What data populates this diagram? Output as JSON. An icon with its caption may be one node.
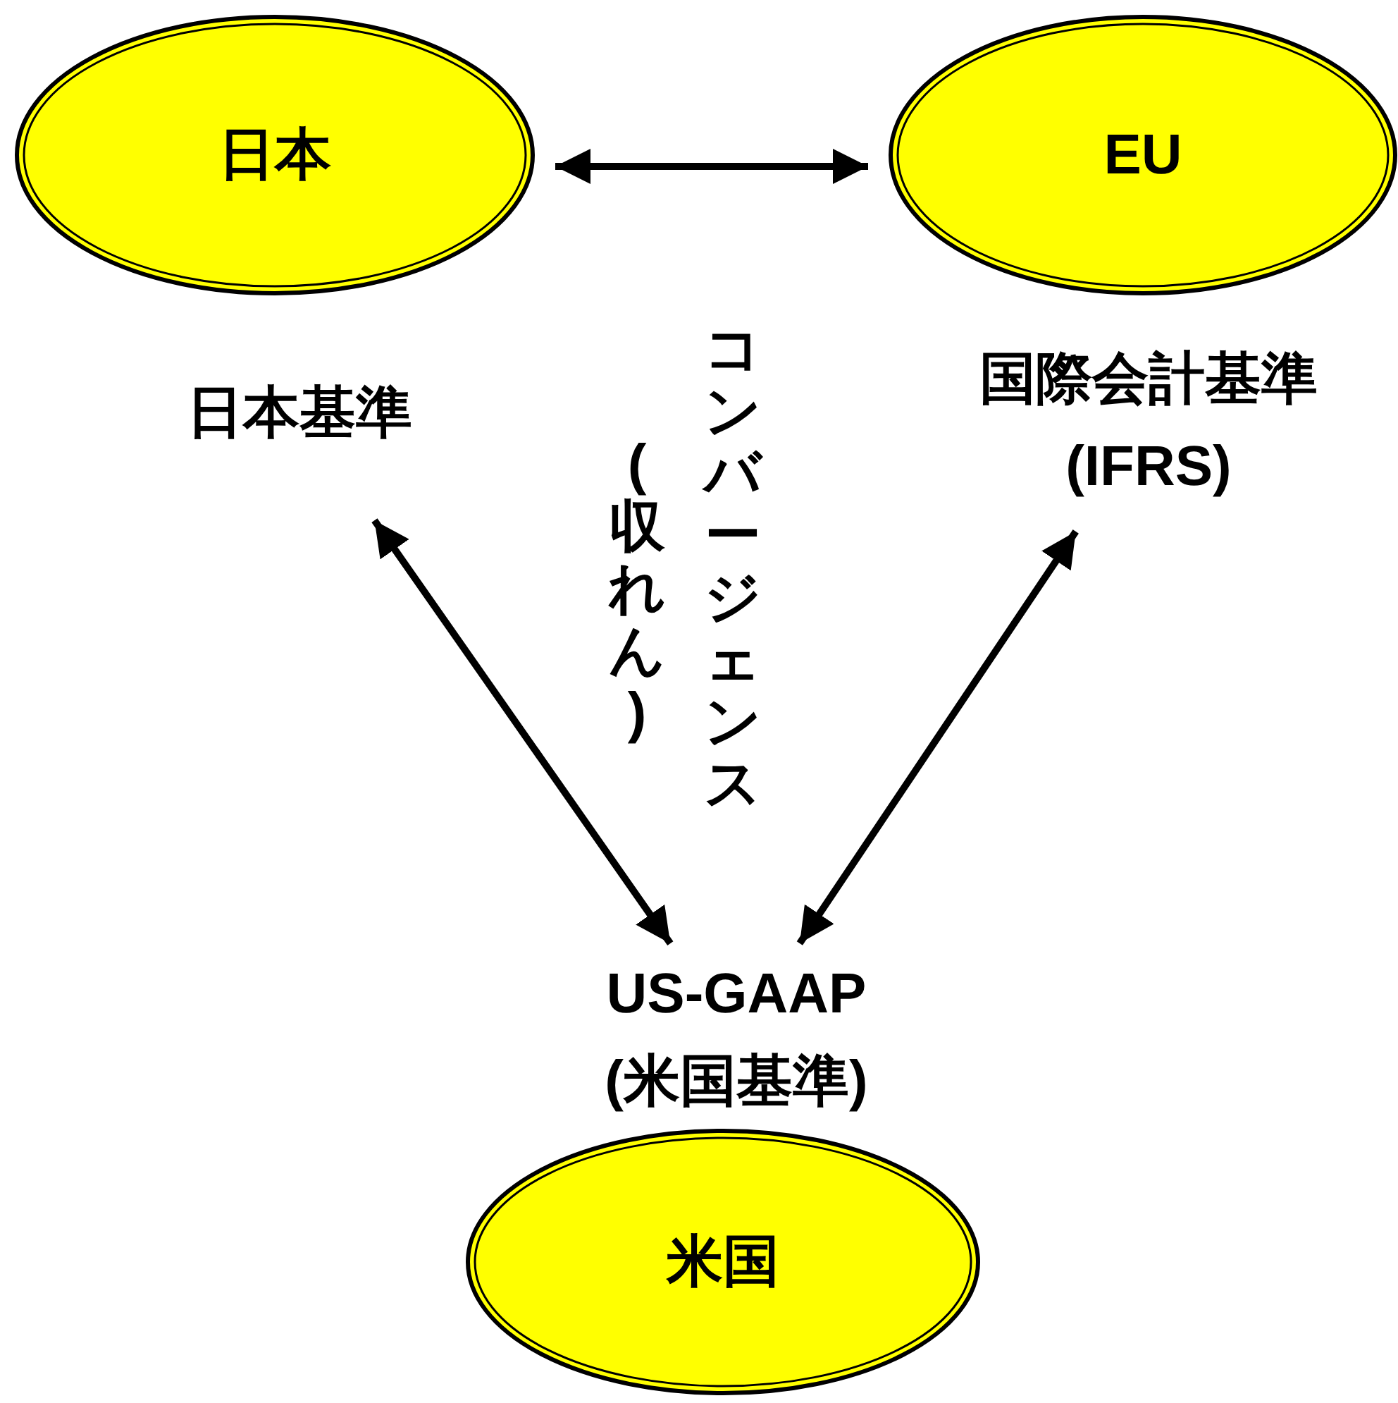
{
  "diagram": {
    "nodes": [
      {
        "text": [
          "日本"
        ]
      },
      {
        "text": [
          "EU"
        ]
      },
      {
        "text": [
          "米国"
        ]
      },
      {
        "text": [
          "日本基準"
        ]
      },
      {
        "text": [
          "国際会計基準 (IFRS)"
        ]
      },
      {
        "text": [
          "US-GAAP (米国基準)"
        ]
      }
    ],
    "edges": [
      {
        "from": 0,
        "to": 1,
        "arrow": "both"
      },
      {
        "from": 3,
        "to": 5,
        "arrow": "both"
      },
      {
        "from": 4,
        "to": 5,
        "arrow": "both"
      }
    ],
    "labels": [
      "コンバージェンス",
      "(収れん)"
    ]
  }
}
